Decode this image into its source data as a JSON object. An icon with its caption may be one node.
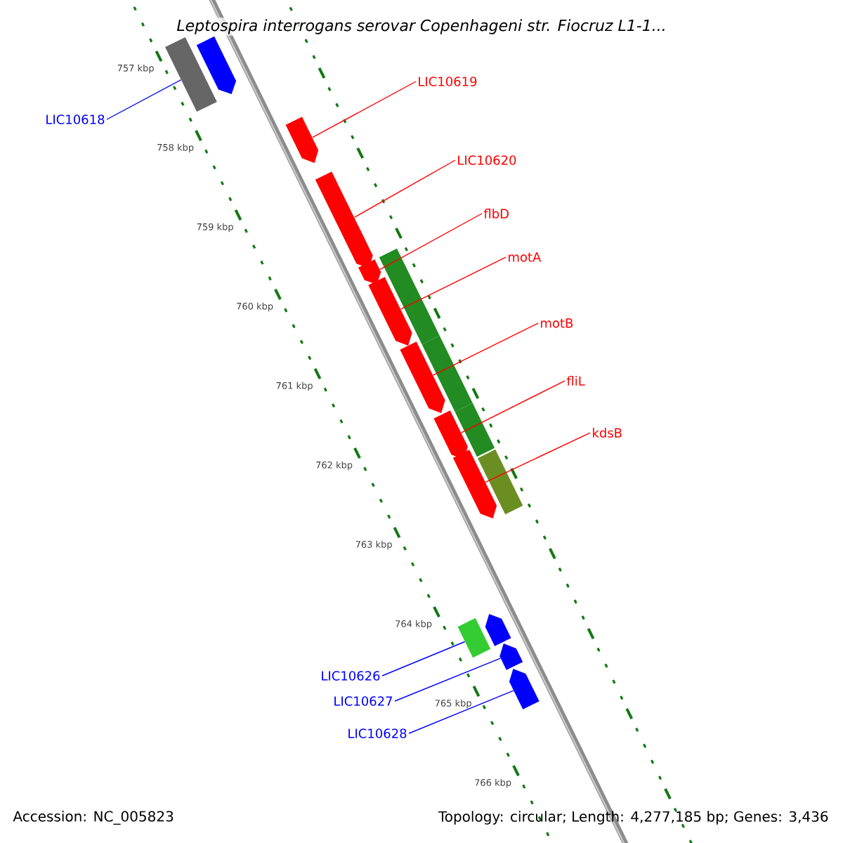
{
  "diagram": {
    "title": "*Leptospira interrogans* serovar Copenhageni str. Fiocruz L1-1...",
    "nodes": [
      {
        "text": [
          "LIC10618"
        ]
      },
      {
        "text": [],
        "shape": "bar"
      },
      {
        "text": [],
        "shape": "bar"
      },
      {
        "text": [
          "LIC10619"
        ]
      },
      {
        "text": [],
        "shape": "bar"
      },
      {
        "text": [
          "LIC10620"
        ]
      },
      {
        "text": [],
        "shape": "bar"
      },
      {
        "text": [
          "flbD"
        ]
      },
      {
        "text": [],
        "shape": "bar"
      },
      {
        "text": [
          "motA"
        ]
      },
      {
        "text": [],
        "shape": "bar"
      },
      {
        "text": [],
        "shape": "bar"
      },
      {
        "text": [
          "motB"
        ]
      },
      {
        "text": [],
        "shape": "bar"
      },
      {
        "text": [],
        "shape": "bar"
      },
      {
        "text": [
          "fliL"
        ]
      },
      {
        "text": [],
        "shape": "bar"
      },
      {
        "text": [],
        "shape": "bar"
      },
      {
        "text": [
          "kdsB"
        ]
      },
      {
        "text": [],
        "shape": "bar"
      },
      {
        "text": [],
        "shape": "bar"
      },
      {
        "text": [],
        "shape": "bar"
      },
      {
        "text": [],
        "shape": "bar"
      },
      {
        "text": [
          "LIC10626"
        ]
      },
      {
        "text": [],
        "shape": "bar"
      },
      {
        "text": [
          "LIC10627"
        ]
      },
      {
        "text": [],
        "shape": "bar"
      },
      {
        "text": [
          "LIC10628"
        ]
      }
    ],
    "edges": [
      {
        "from": 0,
        "to": 1,
        "arrow": "none",
        "color": "#0000ff"
      },
      {
        "from": 3,
        "to": 4,
        "arrow": "none"
      },
      {
        "from": 5,
        "to": 6,
        "arrow": "none"
      },
      {
        "from": 7,
        "to": 8,
        "arrow": "none"
      },
      {
        "from": 9,
        "to": 10,
        "arrow": "none"
      },
      {
        "from": 12,
        "to": 13,
        "arrow": "none"
      },
      {
        "from": 15,
        "to": 16,
        "arrow": "none"
      },
      {
        "from": 18,
        "to": 19,
        "arrow": "none"
      },
      {
        "from": 23,
        "to": 21,
        "arrow": "none",
        "color": "#0000ff"
      },
      {
        "from": 25,
        "to": 24,
        "arrow": "none",
        "color": "#0000ff"
      },
      {
        "from": 27,
        "to": 26,
        "arrow": "none",
        "color": "#0000ff"
      }
    ],
    "labels": [
      "757 kbp",
      "758 kbp",
      "759 kbp",
      "760 kbp",
      "761 kbp",
      "762 kbp",
      "763 kbp",
      "764 kbp",
      "765 kbp",
      "766 kbp",
      "Accession: NC_005823",
      "Topology: circular; Length: 4,277,185 bp; Genes: 3,436"
    ]
  }
}
